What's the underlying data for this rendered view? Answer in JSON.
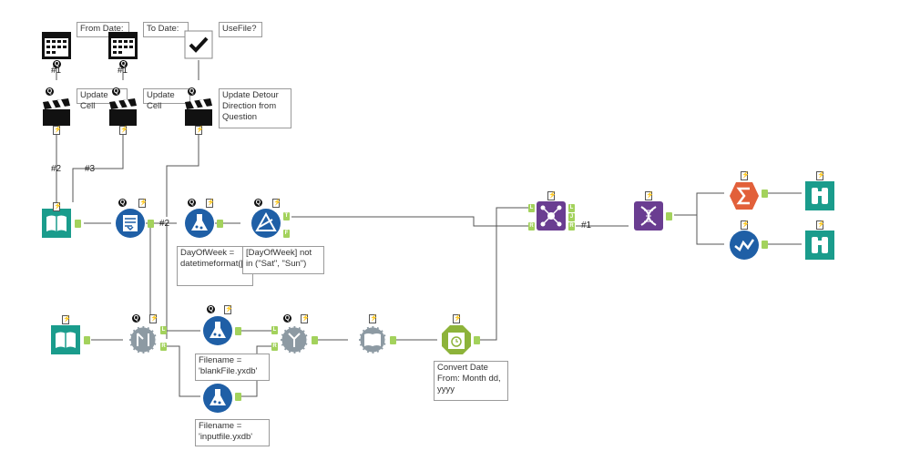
{
  "annotations": {
    "from_date": "From Date:",
    "to_date": "To Date:",
    "use_file": "UseFile?",
    "update_cell_1": "Update Cell",
    "update_cell_2": "Update Cell",
    "update_detour": "Update Detour Direction from Question",
    "formula_dayofweek": "DayOfWeek = datetimeformat([TestDate],'%a')",
    "filter_weekend": "[DayOfWeek] not in (\"Sat\", \"Sun\")",
    "filename_blank": "Filename = 'blankFile.yxdb'",
    "filename_input": "Filename = 'inputfile.yxdb'",
    "convert_date": "Convert Date From: Month dd, yyyy"
  },
  "connection_labels": {
    "n1a": "#1",
    "n1b": "#1",
    "n2a": "#2",
    "n3": "#3",
    "n2b": "#2",
    "n1c": "#1"
  },
  "badges": {
    "q": "Q",
    "bolt": "⚡",
    "L": "L",
    "R": "R",
    "T": "T",
    "F": "F",
    "J": "J"
  },
  "colors": {
    "teal": "#1a9c8c",
    "blue": "#1f5fa6",
    "purple": "#6a3d91",
    "orange": "#e2603a",
    "gray": "#8d9aa3",
    "green": "#8db33a",
    "anchor": "#a3d25c"
  },
  "icons": [
    "calendar-icon",
    "checkbox-icon",
    "clapperboard-icon",
    "book-icon",
    "form-icon",
    "flask-icon",
    "triangle-icon",
    "join-icon",
    "dna-icon",
    "sigma-icon",
    "check-icon",
    "binoculars-icon",
    "gear-icon",
    "datetime-icon"
  ]
}
